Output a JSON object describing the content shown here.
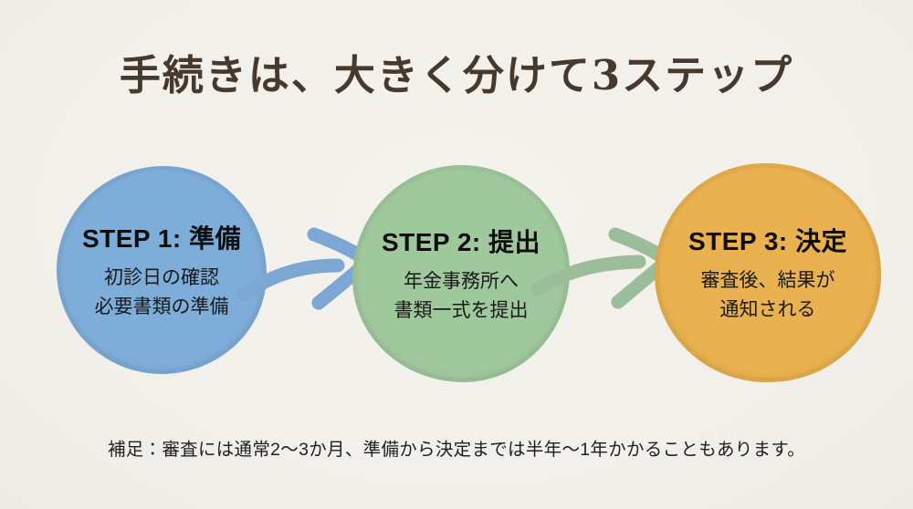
{
  "title": "手続きは、大きく分けて3ステップ",
  "steps": [
    {
      "heading": "STEP 1: 準備",
      "lines": [
        "初診日の確認",
        "必要書類の準備"
      ],
      "color": "#7fadda"
    },
    {
      "heading": "STEP 2: 提出",
      "lines": [
        "年金事務所へ",
        "書類一式を提出"
      ],
      "color": "#a0c89d"
    },
    {
      "heading": "STEP 3: 決定",
      "lines": [
        "審査後、結果が",
        "通知される"
      ],
      "color": "#e9b14f"
    }
  ],
  "arrows": [
    {
      "name": "step1-to-step2",
      "color": "#7ba7d2"
    },
    {
      "name": "step2-to-step3",
      "color": "#9cbd9a"
    }
  ],
  "footnote": "補足：審査には通常2〜3か月、準備から決定までは半年〜1年かかることもあります。",
  "colors": {
    "background": "#f2f0ea",
    "title_text": "#47392b",
    "body_text": "#191919"
  }
}
